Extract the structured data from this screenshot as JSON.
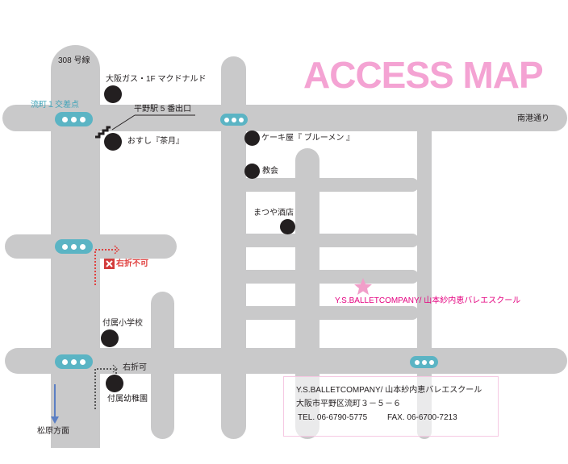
{
  "title": "ACCESS MAP",
  "roads": {
    "route308": "308 号線",
    "nanko": "南港通り",
    "ryumachi_intersection": "流町１交差点",
    "matsubara": "松原方面"
  },
  "landmarks": {
    "osaka_gas": "大阪ガス・1F マクドナルド",
    "hirano_exit": "平野駅 5 番出口",
    "osushi": "おすし『茶月』",
    "cake": "ケーキ屋『 ブルーメン 』",
    "church": "教会",
    "matsuya": "まつや酒店",
    "elementary": "付属小学校",
    "kindergarten": "付属幼稚園"
  },
  "turns": {
    "no_right": "右折不可",
    "right_ok": "右折可"
  },
  "destination": "Y.S.BALLETCOMPANY/ 山本紗内恵バレエスクール",
  "info": {
    "name": "Y.S.BALLETCOMPANY/ 山本紗内恵バレエスクール",
    "address": "大阪市平野区流町３－５－６",
    "tel": "TEL. 06-6790-5775",
    "fax": "FAX. 06-6700-7213"
  },
  "colors": {
    "road": "#c9c9ca",
    "signal": "#5bb4c4",
    "title": "#f4a3d3",
    "destination": "#e4007f",
    "no_turn": "#e0403f"
  }
}
